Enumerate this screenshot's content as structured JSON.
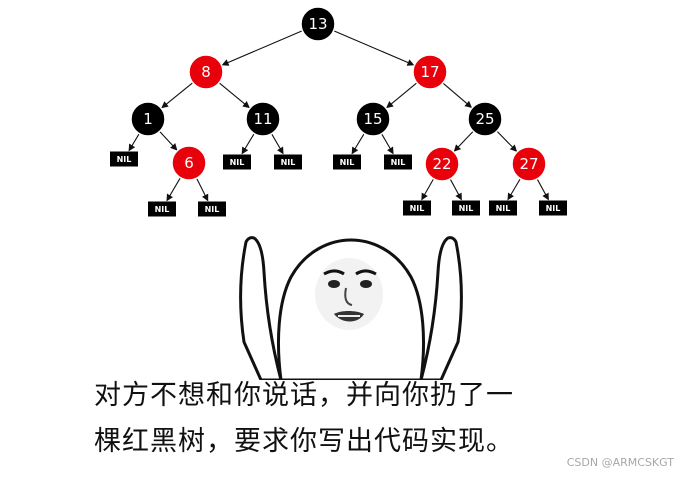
{
  "tree": {
    "nodes": [
      {
        "id": "n13",
        "label": "13",
        "color": "black"
      },
      {
        "id": "n8",
        "label": "8",
        "color": "red"
      },
      {
        "id": "n17",
        "label": "17",
        "color": "red"
      },
      {
        "id": "n1",
        "label": "1",
        "color": "black"
      },
      {
        "id": "n11",
        "label": "11",
        "color": "black"
      },
      {
        "id": "n15",
        "label": "15",
        "color": "black"
      },
      {
        "id": "n25",
        "label": "25",
        "color": "black"
      },
      {
        "id": "n6",
        "label": "6",
        "color": "red"
      },
      {
        "id": "n22",
        "label": "22",
        "color": "red"
      },
      {
        "id": "n27",
        "label": "27",
        "color": "red"
      }
    ],
    "nil_label": "NIL",
    "colors": {
      "red": "#e8000b",
      "black": "#000000",
      "edge": "#111111"
    }
  },
  "caption": {
    "line1": "对方不想和你说话，并向你扔了一",
    "line2": "棵红黑树，要求你写出代码实现。"
  },
  "watermark": "CSDN @ARMCSKGT",
  "meme": {
    "icon": "raised-arms-face-meme"
  }
}
